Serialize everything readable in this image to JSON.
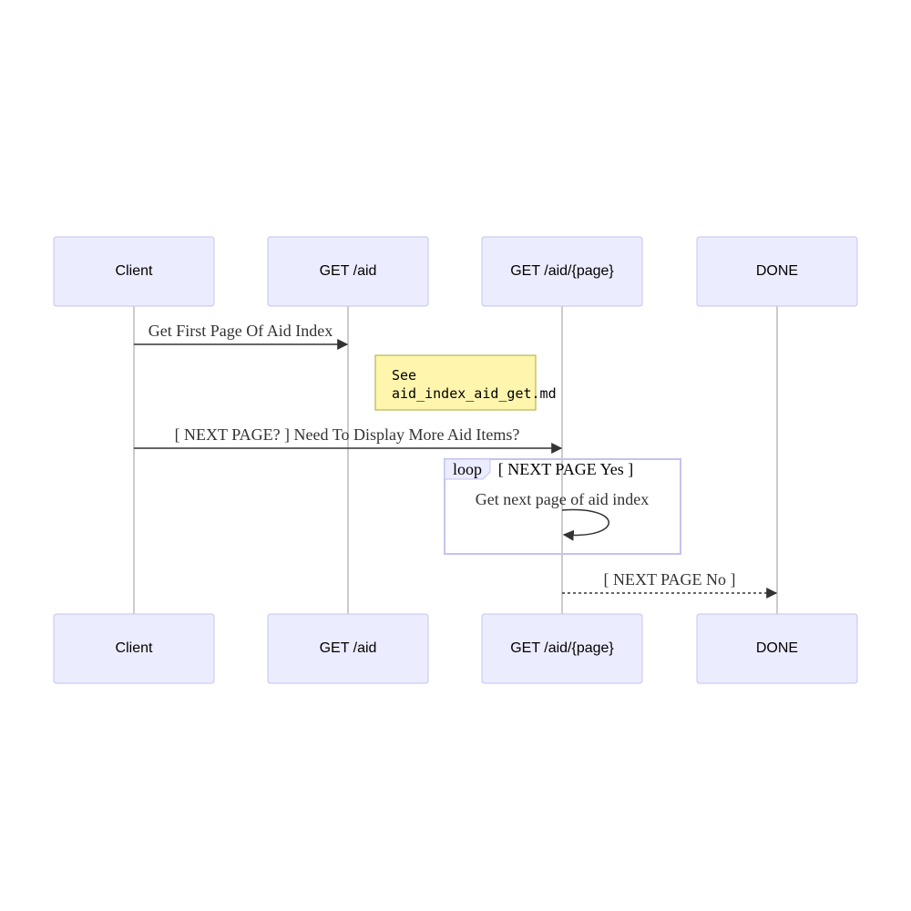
{
  "diagram": {
    "type": "sequence",
    "actors": [
      {
        "label": "Client"
      },
      {
        "label": "GET /aid"
      },
      {
        "label": "GET /aid/{page}"
      },
      {
        "label": "DONE"
      }
    ],
    "messages": [
      {
        "text": "Get First Page Of Aid Index",
        "from": "Client",
        "to": "GET /aid",
        "style": "solid"
      },
      {
        "text": "[ NEXT PAGE? ] Need To Display More Aid Items?",
        "from": "Client",
        "to": "GET /aid/{page}",
        "style": "solid"
      },
      {
        "text": "Get next page of aid index",
        "from": "GET /aid/{page}",
        "to": "GET /aid/{page}",
        "style": "solid"
      },
      {
        "text": "[ NEXT PAGE No ]",
        "from": "GET /aid/{page}",
        "to": "DONE",
        "style": "dashed"
      }
    ],
    "note": {
      "line1": "See",
      "line2": "aid_index_aid_get.md"
    },
    "loop": {
      "label": "loop",
      "condition": "[ NEXT PAGE Yes ]"
    },
    "colors": {
      "actor_fill": "#ececff",
      "actor_stroke": "#c3c3f0",
      "note_fill": "#fff5ad",
      "line": "#333333"
    }
  }
}
